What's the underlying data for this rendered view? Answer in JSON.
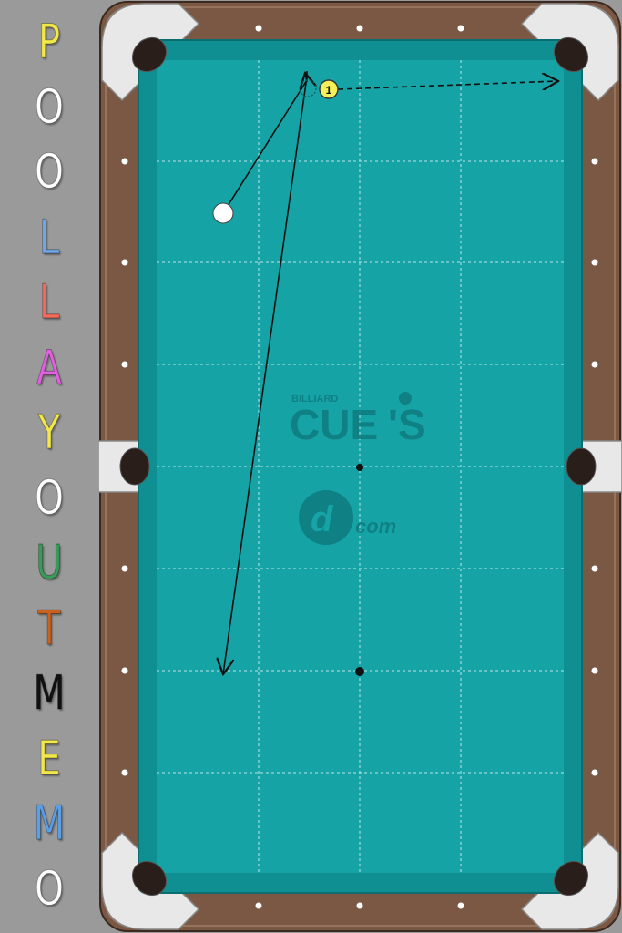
{
  "app": {
    "title": "POOL LAYOUT MEMO"
  },
  "sidebar": {
    "letters": [
      {
        "char": "P",
        "color": "#f2e84a"
      },
      {
        "char": "O",
        "color": "#ffffff"
      },
      {
        "char": "O",
        "color": "#ffffff"
      },
      {
        "char": "L",
        "color": "#6fa8e8"
      },
      {
        "char": "L",
        "color": "#f26a5a"
      },
      {
        "char": "A",
        "color": "#e060e0"
      },
      {
        "char": "Y",
        "color": "#f2e84a"
      },
      {
        "char": "O",
        "color": "#ffffff"
      },
      {
        "char": "U",
        "color": "#3a9a5a"
      },
      {
        "char": "T",
        "color": "#c8621e"
      },
      {
        "char": "M",
        "color": "#111111"
      },
      {
        "char": "E",
        "color": "#f2e84a"
      },
      {
        "char": "M",
        "color": "#5aa0e8"
      },
      {
        "char": "O",
        "color": "#ffffff"
      }
    ]
  },
  "table": {
    "felt_color": "#16a3a6",
    "rail_color": "#7a5844",
    "watermark": {
      "top": "BILLIARD",
      "main": "CUE",
      "suffix": "'S",
      "domain": "com"
    },
    "balls": [
      {
        "id": "cue-ball",
        "label": "",
        "color": "#ffffff"
      },
      {
        "id": "ball-1",
        "label": "1",
        "color": "#f5f05a"
      }
    ]
  },
  "colors": {
    "accent_line": "#111111"
  }
}
